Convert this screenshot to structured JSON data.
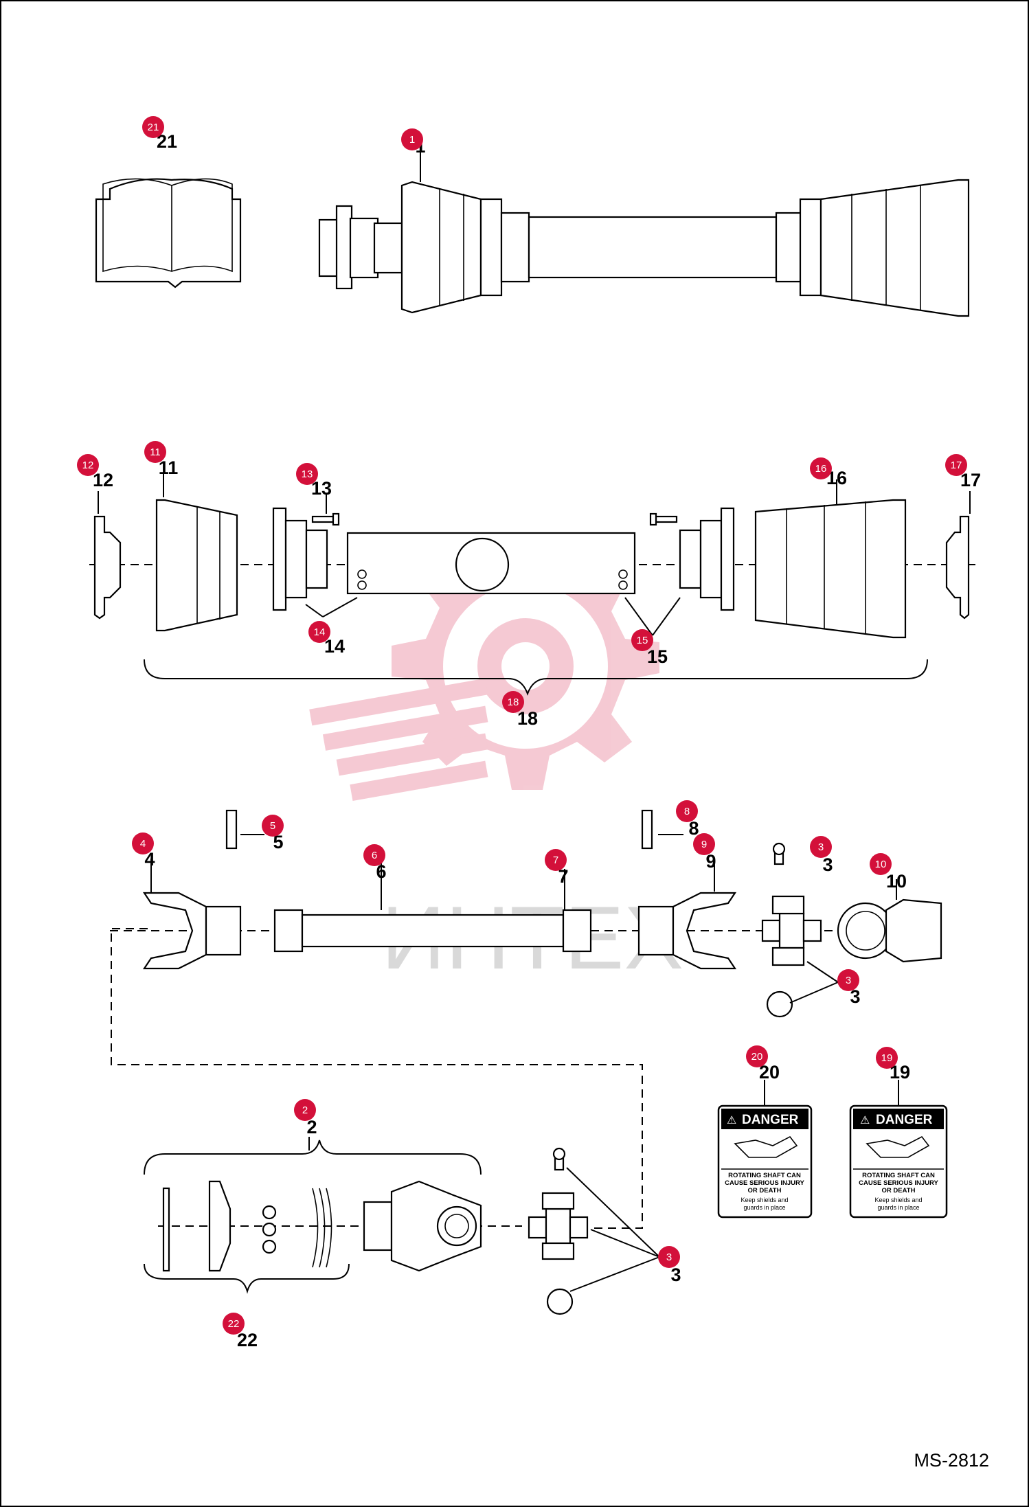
{
  "drawing_code": "MS-2812",
  "watermark_text": "ИНТЕХ",
  "accent_color": "#d3103a",
  "callouts": {
    "c1": "1",
    "c2": "2",
    "c3": "3",
    "c4": "4",
    "c5": "5",
    "c6": "6",
    "c7": "7",
    "c8": "8",
    "c9": "9",
    "c10": "10",
    "c11": "11",
    "c12": "12",
    "c13": "13",
    "c14": "14",
    "c15": "15",
    "c16": "16",
    "c17": "17",
    "c18": "18",
    "c19": "19",
    "c20": "20",
    "c21": "21",
    "c22": "22"
  },
  "danger_decal": {
    "heading": "DANGER",
    "line1": "ROTATING SHAFT CAN",
    "line2": "CAUSE SERIOUS INJURY",
    "line3": "OR DEATH",
    "line4": "Keep shields and",
    "line5": "guards in place"
  }
}
